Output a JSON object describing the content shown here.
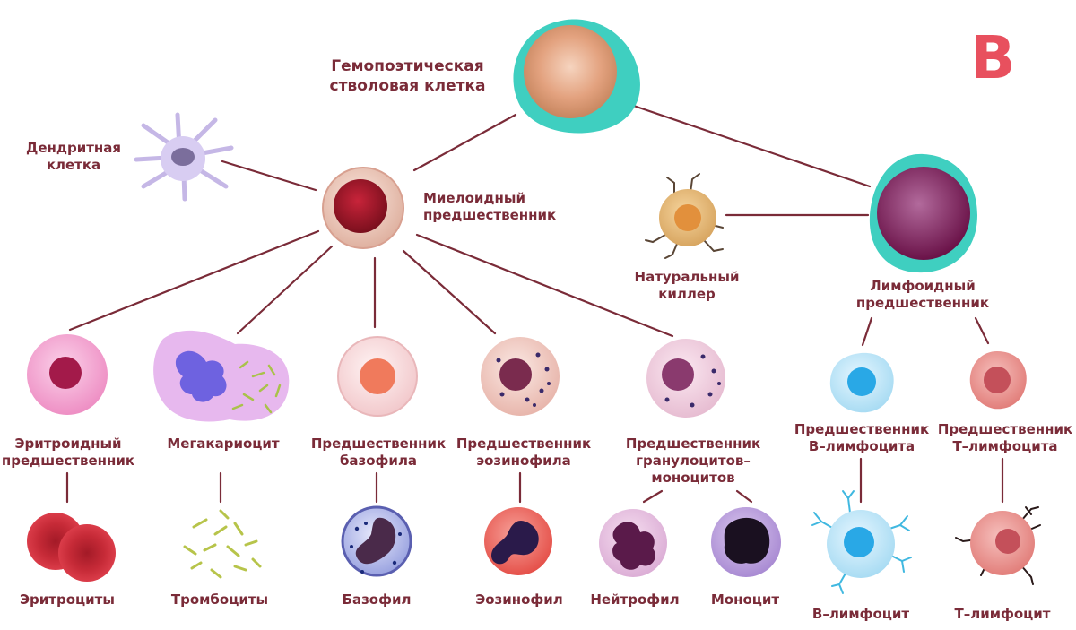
{
  "corner_letter": "B",
  "labels": {
    "hsc": "Гемопоэтическая\nстволовая клетка",
    "dendritic": "Дендритная\nклетка",
    "myeloid": "Миелоидный\nпредшественник",
    "nk": "Натуральный\nкиллер",
    "lymphoid": "Лимфоидный\nпредшественник",
    "erythroid": "Эритроидный\nпредшественник",
    "megakaryocyte": "Мегакариоцит",
    "basophil_prec": "Предшественник\nбазофила",
    "eosinophil_prec": "Предшественник\nэозинофила",
    "gm_prec": "Предшественник\nгранулоцитов–\nмоноцитов",
    "b_prec": "Предшественник\nB–лимфоцита",
    "t_prec": "Предшественник\nT–лимфоцита",
    "erythrocytes": "Эритроциты",
    "platelets": "Тромбоциты",
    "basophil": "Базофил",
    "eosinophil": "Эозинофил",
    "neutrophil": "Нейтрофил",
    "monocyte": "Моноцит",
    "b_lymphocyte": "B–лимфоцит",
    "t_lymphocyte": "T–лимфоцит"
  },
  "colors": {
    "line": "#7a2b38",
    "label": "#7a2b38",
    "corner": "#e8505e"
  }
}
